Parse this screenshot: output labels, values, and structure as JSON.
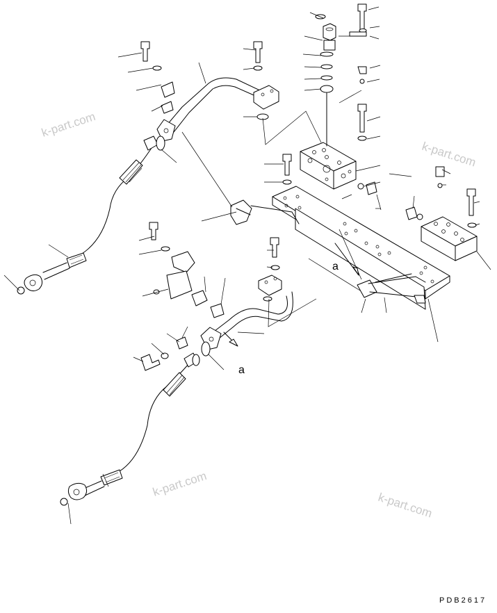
{
  "drawing": {
    "code": "PDB2617",
    "view_marker": "a",
    "watermarks": [
      "k-part.com",
      "k-part.com",
      "k-part.com",
      "k-part.com"
    ]
  }
}
